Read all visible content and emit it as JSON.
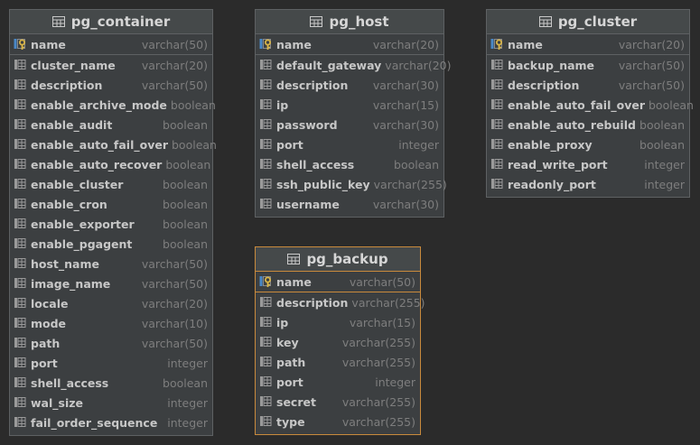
{
  "tables": {
    "pg_container": {
      "title": "pg_container",
      "columns": [
        {
          "name": "name",
          "type": "varchar(50)",
          "pk": true
        },
        {
          "name": "cluster_name",
          "type": "varchar(20)"
        },
        {
          "name": "description",
          "type": "varchar(50)"
        },
        {
          "name": "enable_archive_mode",
          "type": "boolean"
        },
        {
          "name": "enable_audit",
          "type": "boolean"
        },
        {
          "name": "enable_auto_fail_over",
          "type": "boolean"
        },
        {
          "name": "enable_auto_recover",
          "type": "boolean"
        },
        {
          "name": "enable_cluster",
          "type": "boolean"
        },
        {
          "name": "enable_cron",
          "type": "boolean"
        },
        {
          "name": "enable_exporter",
          "type": "boolean"
        },
        {
          "name": "enable_pgagent",
          "type": "boolean"
        },
        {
          "name": "host_name",
          "type": "varchar(50)"
        },
        {
          "name": "image_name",
          "type": "varchar(50)"
        },
        {
          "name": "locale",
          "type": "varchar(20)"
        },
        {
          "name": "mode",
          "type": "varchar(10)"
        },
        {
          "name": "path",
          "type": "varchar(50)"
        },
        {
          "name": "port",
          "type": "integer"
        },
        {
          "name": "shell_access",
          "type": "boolean"
        },
        {
          "name": "wal_size",
          "type": "integer"
        },
        {
          "name": "fail_order_sequence",
          "type": "integer"
        }
      ]
    },
    "pg_host": {
      "title": "pg_host",
      "columns": [
        {
          "name": "name",
          "type": "varchar(20)",
          "pk": true
        },
        {
          "name": "default_gateway",
          "type": "varchar(20)"
        },
        {
          "name": "description",
          "type": "varchar(30)"
        },
        {
          "name": "ip",
          "type": "varchar(15)"
        },
        {
          "name": "password",
          "type": "varchar(30)"
        },
        {
          "name": "port",
          "type": "integer"
        },
        {
          "name": "shell_access",
          "type": "boolean"
        },
        {
          "name": "ssh_public_key",
          "type": "varchar(255)"
        },
        {
          "name": "username",
          "type": "varchar(30)"
        }
      ]
    },
    "pg_cluster": {
      "title": "pg_cluster",
      "columns": [
        {
          "name": "name",
          "type": "varchar(20)",
          "pk": true
        },
        {
          "name": "backup_name",
          "type": "varchar(50)"
        },
        {
          "name": "description",
          "type": "varchar(50)"
        },
        {
          "name": "enable_auto_fail_over",
          "type": "boolean"
        },
        {
          "name": "enable_auto_rebuild",
          "type": "boolean"
        },
        {
          "name": "enable_proxy",
          "type": "boolean"
        },
        {
          "name": "read_write_port",
          "type": "integer"
        },
        {
          "name": "readonly_port",
          "type": "integer"
        }
      ]
    },
    "pg_backup": {
      "title": "pg_backup",
      "selected": true,
      "columns": [
        {
          "name": "name",
          "type": "varchar(50)",
          "pk": true
        },
        {
          "name": "description",
          "type": "varchar(255)"
        },
        {
          "name": "ip",
          "type": "varchar(15)"
        },
        {
          "name": "key",
          "type": "varchar(255)"
        },
        {
          "name": "path",
          "type": "varchar(255)"
        },
        {
          "name": "port",
          "type": "integer"
        },
        {
          "name": "secret",
          "type": "varchar(255)"
        },
        {
          "name": "type",
          "type": "varchar(255)"
        }
      ]
    }
  },
  "colors": {
    "background": "#2b2b2b",
    "table_body": "#3c3f41",
    "selected_border": "#c98a3c",
    "key_icon": "#d9b548",
    "column_icon": "#9a9a9a"
  }
}
